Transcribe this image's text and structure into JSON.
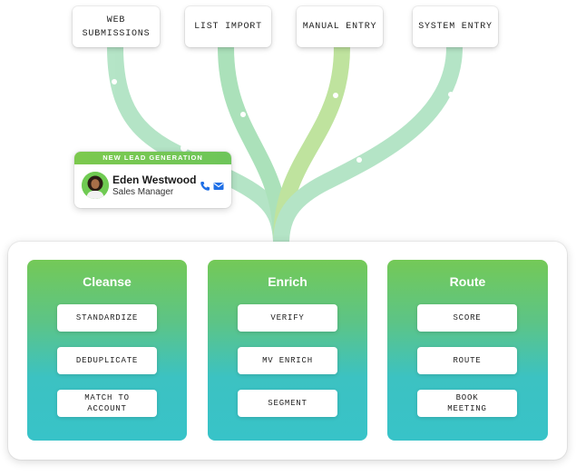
{
  "sources": [
    "WEB\nSUBMISSIONS",
    "LIST IMPORT",
    "MANUAL ENTRY",
    "SYSTEM ENTRY"
  ],
  "lead_card": {
    "banner": "NEW LEAD GENERATION",
    "name": "Eden Westwood",
    "role": "Sales Manager",
    "icons": [
      "phone-icon",
      "mail-icon"
    ]
  },
  "stages": [
    {
      "title": "Cleanse",
      "steps": [
        "STANDARDIZE",
        "DEDUPLICATE",
        "MATCH TO\nACCOUNT"
      ]
    },
    {
      "title": "Enrich",
      "steps": [
        "VERIFY",
        "MV ENRICH",
        "SEGMENT"
      ]
    },
    {
      "title": "Route",
      "steps": [
        "SCORE",
        "ROUTE",
        "BOOK\nMEETING"
      ]
    }
  ],
  "colors": {
    "flow": "#a6e0b8",
    "accent": "#1f6fe6",
    "green": "#76c857",
    "teal": "#38c3c8"
  }
}
